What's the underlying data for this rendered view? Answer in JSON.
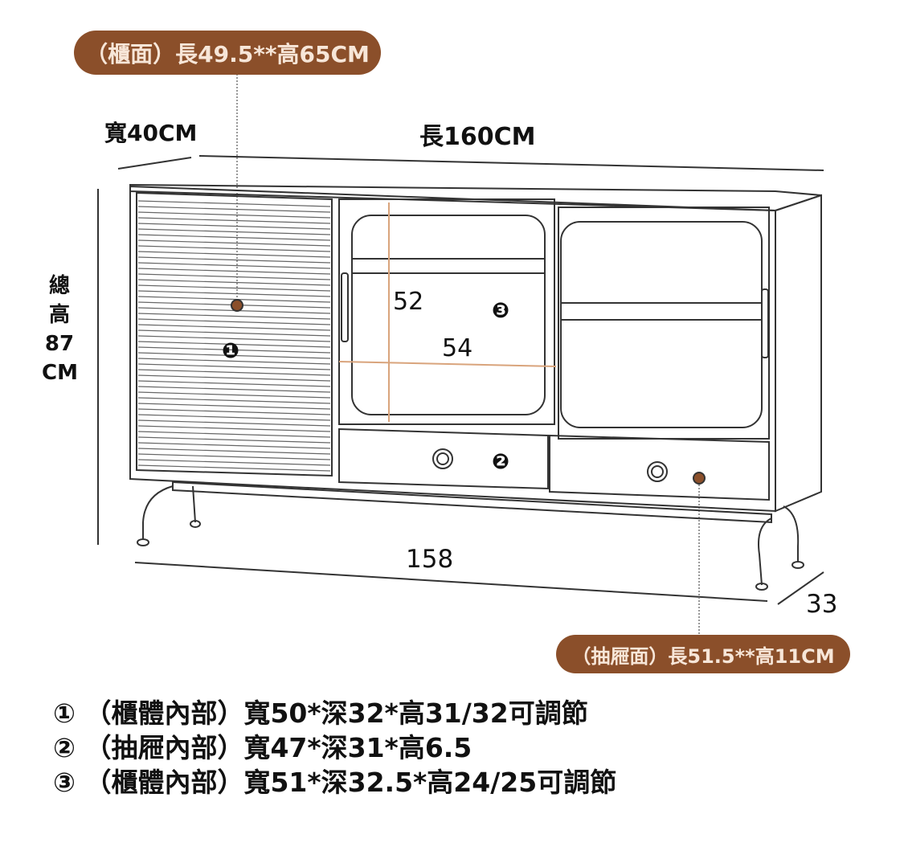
{
  "callouts": {
    "cabinet_door": "（櫃面）長49.5**高65CM",
    "drawer_face": "（抽屜面）長51.5**高11CM"
  },
  "dimensions": {
    "width": "寬40CM",
    "length": "長160CM",
    "total_height": [
      "總",
      "高",
      "87",
      "CM"
    ],
    "inner_height": "52",
    "inner_width": "54",
    "base_length": "158",
    "depth": "33"
  },
  "markers": [
    "❶",
    "❷",
    "❸"
  ],
  "legend": [
    {
      "num": "①",
      "text": "（櫃體內部）寬50*深32*高31/32可調節"
    },
    {
      "num": "②",
      "text": "（抽屜內部）寬47*深31*高6.5"
    },
    {
      "num": "③",
      "text": "（櫃體內部）寬51*深32.5*高24/25可調節"
    }
  ],
  "colors": {
    "accent": "#8b4f2a",
    "accent_text": "#f7e6d8",
    "guide": "#d9a47c"
  }
}
